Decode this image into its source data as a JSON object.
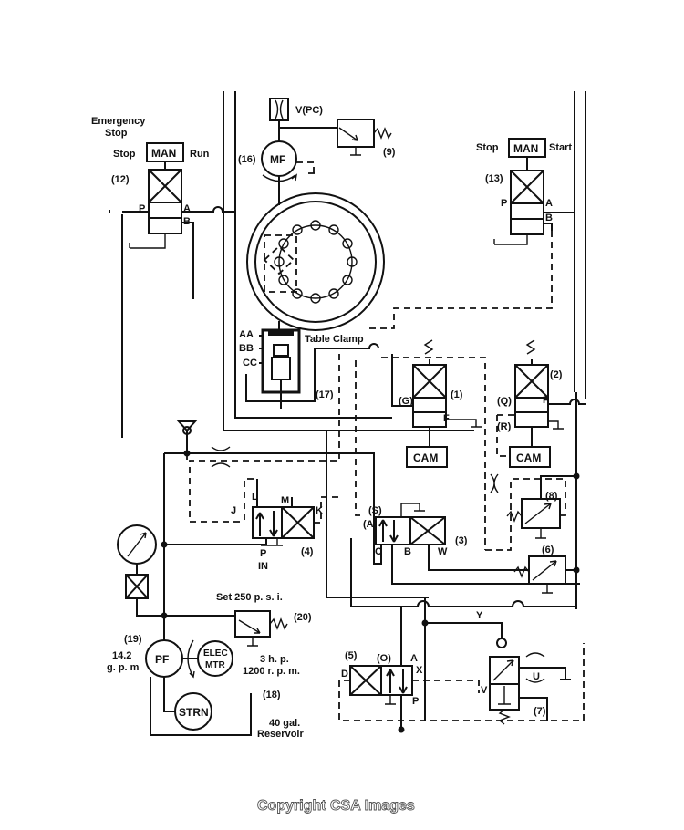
{
  "labels": {
    "emergency": "Emergency",
    "emergency_stop": "Stop",
    "man12_stop": "Stop",
    "man12_run": "Run",
    "man": "MAN",
    "man13_stop": "Stop",
    "man13_start": "Start",
    "n12": "(12)",
    "n13": "(13)",
    "n16": "(16)",
    "n9": "(9)",
    "n17": "(17)",
    "n1": "(1)",
    "n2": "(2)",
    "n3": "(3)",
    "n4": "(4)",
    "n5": "(5)",
    "n6": "(6)",
    "n7": "(7)",
    "n8": "(8)",
    "n18": "(18)",
    "n19": "(19)",
    "n20": "(20)",
    "vpc": "V(PC)",
    "mf": "MF",
    "pf": "PF",
    "elec": "ELEC",
    "mtr": "MTR",
    "strn": "STRN",
    "cam": "CAM",
    "table_clamp": "Table Clamp",
    "aa": "AA",
    "bb": "BB",
    "cc": "CC",
    "p": "P",
    "a": "A",
    "b": "B",
    "g": "(G)",
    "q": "(Q)",
    "f": "F",
    "r": "(R)",
    "s": "(S)",
    "a3": "(A)",
    "c": "C",
    "w": "W",
    "j": "J",
    "l": "L",
    "m": "M",
    "k": "K",
    "in": "IN",
    "d": "D",
    "o": "(O)",
    "x": "X",
    "y": "Y",
    "u": "U",
    "v": "V",
    "set_psi": "Set 250 p. s. i.",
    "gpm1": "14.2",
    "gpm2": "g. p. m",
    "hp": "3 h. p.",
    "rpm": "1200 r. p. m.",
    "gal": "40 gal.",
    "reservoir": "Reservoir",
    "copyright": "Copyright CSA Images"
  }
}
